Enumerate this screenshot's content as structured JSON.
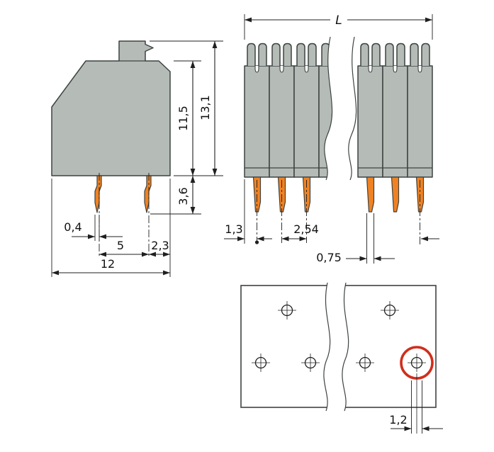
{
  "colors": {
    "body": "#b5bbb6",
    "outline": "#3d4340",
    "pin": "#f08223",
    "highlight": "#d02e1c",
    "dim": "#1f1f1f"
  },
  "side_view": {
    "labels": {
      "body_height": "11,5",
      "total_height": "13,1",
      "pin_length": "3,6",
      "pin_width": "0,4",
      "pin_spacing": "5",
      "pin_to_edge": "2,3",
      "overall_depth": "12"
    }
  },
  "front_view": {
    "labels": {
      "overall_length": "L",
      "edge_to_first_pole": "1,3",
      "pin_pitch": "2,54",
      "pin_width": "0,75"
    }
  },
  "drilling_plan": {
    "labels": {
      "hole_diameter": "1,2"
    }
  }
}
